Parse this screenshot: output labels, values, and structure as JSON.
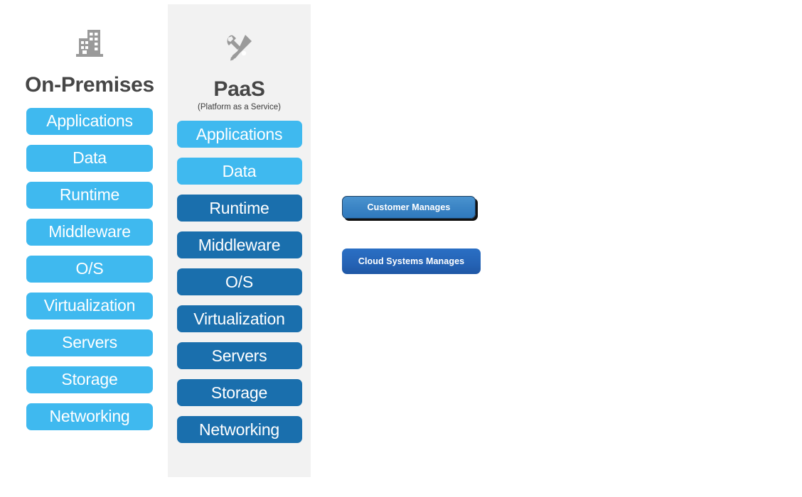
{
  "diagram": {
    "columns": [
      {
        "id": "on-premises",
        "icon": "building-icon",
        "title": "On-Premises",
        "subtitle": "",
        "layers": [
          {
            "label": "Applications",
            "owner": "customer"
          },
          {
            "label": "Data",
            "owner": "customer"
          },
          {
            "label": "Runtime",
            "owner": "customer"
          },
          {
            "label": "Middleware",
            "owner": "customer"
          },
          {
            "label": "O/S",
            "owner": "customer"
          },
          {
            "label": "Virtualization",
            "owner": "customer"
          },
          {
            "label": "Servers",
            "owner": "customer"
          },
          {
            "label": "Storage",
            "owner": "customer"
          },
          {
            "label": "Networking",
            "owner": "customer"
          }
        ]
      },
      {
        "id": "paas",
        "icon": "tools-icon",
        "title": "PaaS",
        "subtitle": "(Platform as a Service)",
        "layers": [
          {
            "label": "Applications",
            "owner": "customer"
          },
          {
            "label": "Data",
            "owner": "customer"
          },
          {
            "label": "Runtime",
            "owner": "provider"
          },
          {
            "label": "Middleware",
            "owner": "provider"
          },
          {
            "label": "O/S",
            "owner": "provider"
          },
          {
            "label": "Virtualization",
            "owner": "provider"
          },
          {
            "label": "Servers",
            "owner": "provider"
          },
          {
            "label": "Storage",
            "owner": "provider"
          },
          {
            "label": "Networking",
            "owner": "provider"
          }
        ]
      }
    ],
    "legend": {
      "customer_label": "Customer Manages",
      "provider_label": "Cloud Systems Manages"
    },
    "colors": {
      "customer": "#3fb9ef",
      "provider": "#1a6fad",
      "legend_customer": "#3d86c6",
      "legend_provider": "#2563b5",
      "panel_background": "#f2f2f2",
      "icon": "#9a9a9a",
      "title": "#464646"
    }
  }
}
